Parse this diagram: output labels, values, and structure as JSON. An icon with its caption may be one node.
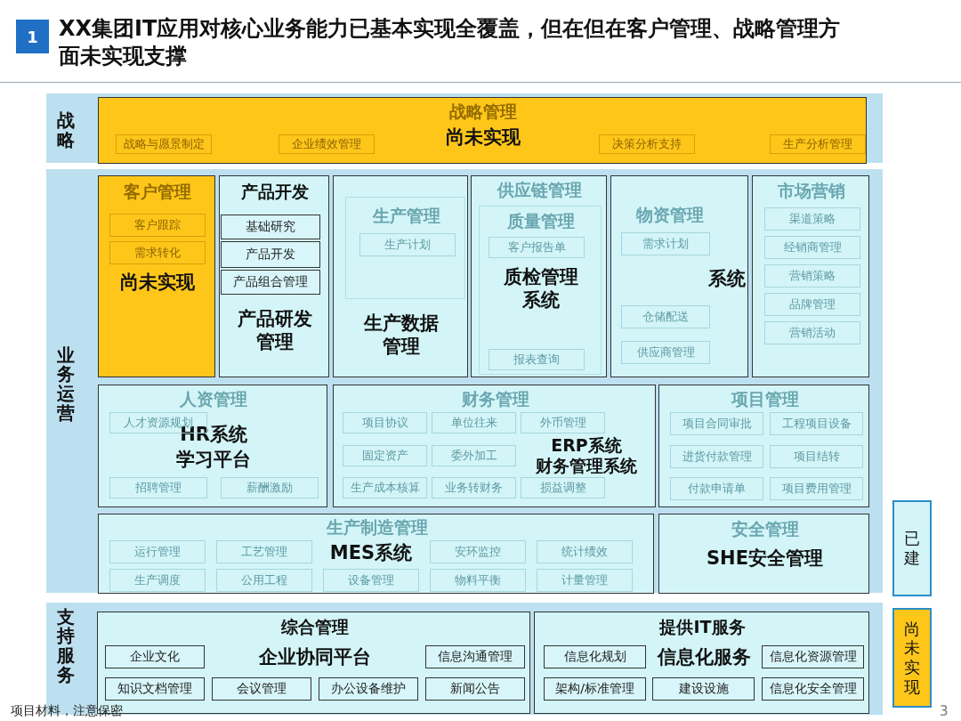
{
  "diagram": {
    "title": "XX集团IT应用对核心业务能力已基本实现全覆盖，但在但在客户管理、战略管理方面未实现支撑",
    "nodes": [
      {
        "text": [
          "1"
        ]
      },
      {
        "text": [
          "战略"
        ]
      },
      {
        "text": [
          "战略管理",
          "尚未实现"
        ],
        "in": 1
      },
      {
        "text": [
          "战略与愿景制定"
        ],
        "in": 2
      },
      {
        "text": [
          "企业绩效管理"
        ],
        "in": 2
      },
      {
        "text": [
          "决策分析支持"
        ],
        "in": 2
      },
      {
        "text": [
          "生产分析管理"
        ],
        "in": 2
      },
      {
        "text": [
          "业务运营"
        ]
      },
      {
        "text": [
          "客户管理",
          "尚未实现"
        ],
        "in": 7
      },
      {
        "text": [
          "客户跟踪"
        ],
        "in": 8
      },
      {
        "text": [
          "需求转化"
        ],
        "in": 8
      },
      {
        "text": [
          "产品开发",
          "产品研发管理"
        ],
        "in": 7
      },
      {
        "text": [
          "基础研究"
        ],
        "in": 11
      },
      {
        "text": [
          "产品开发"
        ],
        "in": 11
      },
      {
        "text": [
          "产品组合管理"
        ],
        "in": 11
      },
      {
        "text": [
          "生产数据管理"
        ],
        "in": 7
      },
      {
        "text": [
          "生产管理"
        ],
        "in": 15
      },
      {
        "text": [
          "生产计划"
        ],
        "in": 16
      },
      {
        "text": [
          "供应链管理"
        ],
        "in": 7
      },
      {
        "text": [
          "质量管理",
          "质检管理系统"
        ],
        "in": 18
      },
      {
        "text": [
          "客户报告单"
        ],
        "in": 19
      },
      {
        "text": [
          "报表查询"
        ],
        "in": 19
      },
      {
        "text": [
          "物资管理",
          "系统"
        ],
        "in": 7
      },
      {
        "text": [
          "需求计划"
        ],
        "in": 22
      },
      {
        "text": [
          "仓储配送"
        ],
        "in": 22
      },
      {
        "text": [
          "供应商管理"
        ],
        "in": 22
      },
      {
        "text": [
          "市场营销"
        ],
        "in": 7
      },
      {
        "text": [
          "渠道策略"
        ],
        "in": 26
      },
      {
        "text": [
          "经销商管理"
        ],
        "in": 26
      },
      {
        "text": [
          "营销策略"
        ],
        "in": 26
      },
      {
        "text": [
          "品牌管理"
        ],
        "in": 26
      },
      {
        "text": [
          "营销活动"
        ],
        "in": 26
      },
      {
        "text": [
          "人资管理",
          "HR系统",
          "学习平台"
        ],
        "in": 7
      },
      {
        "text": [
          "人才资源规划"
        ],
        "in": 32
      },
      {
        "text": [
          "招聘管理"
        ],
        "in": 32
      },
      {
        "text": [
          "薪酬激励"
        ],
        "in": 32
      },
      {
        "text": [
          "财务管理",
          "ERP系统",
          "财务管理系统"
        ],
        "in": 7
      },
      {
        "text": [
          "项目协议"
        ],
        "in": 36
      },
      {
        "text": [
          "单位往来"
        ],
        "in": 36
      },
      {
        "text": [
          "外币管理"
        ],
        "in": 36
      },
      {
        "text": [
          "固定资产"
        ],
        "in": 36
      },
      {
        "text": [
          "委外加工"
        ],
        "in": 36
      },
      {
        "text": [
          "生产成本核算"
        ],
        "in": 36
      },
      {
        "text": [
          "业务转财务"
        ],
        "in": 36
      },
      {
        "text": [
          "损益调整"
        ],
        "in": 36
      },
      {
        "text": [
          "项目管理"
        ],
        "in": 7
      },
      {
        "text": [
          "项目合同审批"
        ],
        "in": 45
      },
      {
        "text": [
          "工程项目设备"
        ],
        "in": 45
      },
      {
        "text": [
          "进货付款管理"
        ],
        "in": 45
      },
      {
        "text": [
          "项目结转"
        ],
        "in": 45
      },
      {
        "text": [
          "付款申请单"
        ],
        "in": 45
      },
      {
        "text": [
          "项目费用管理"
        ],
        "in": 45
      },
      {
        "text": [
          "生产制造管理",
          "MES系统"
        ],
        "in": 7
      },
      {
        "text": [
          "运行管理"
        ],
        "in": 52
      },
      {
        "text": [
          "工艺管理"
        ],
        "in": 52
      },
      {
        "text": [
          "安环监控"
        ],
        "in": 52
      },
      {
        "text": [
          "统计绩效"
        ],
        "in": 52
      },
      {
        "text": [
          "生产调度"
        ],
        "in": 52
      },
      {
        "text": [
          "公用工程"
        ],
        "in": 52
      },
      {
        "text": [
          "设备管理"
        ],
        "in": 52
      },
      {
        "text": [
          "物料平衡"
        ],
        "in": 52
      },
      {
        "text": [
          "计量管理"
        ],
        "in": 52
      },
      {
        "text": [
          "安全管理",
          "SHE安全管理"
        ],
        "in": 7
      },
      {
        "text": [
          "支持服务"
        ]
      },
      {
        "text": [
          "综合管理",
          "企业协同平台"
        ],
        "in": 63
      },
      {
        "text": [
          "企业文化"
        ],
        "in": 64
      },
      {
        "text": [
          "信息沟通管理"
        ],
        "in": 64
      },
      {
        "text": [
          "知识文档管理"
        ],
        "in": 64
      },
      {
        "text": [
          "会议管理"
        ],
        "in": 64
      },
      {
        "text": [
          "办公设备维护"
        ],
        "in": 64
      },
      {
        "text": [
          "新闻公告"
        ],
        "in": 64
      },
      {
        "text": [
          "提供IT服务",
          "信息化服务"
        ],
        "in": 63
      },
      {
        "text": [
          "信息化规划"
        ],
        "in": 71
      },
      {
        "text": [
          "信息化资源管理"
        ],
        "in": 71
      },
      {
        "text": [
          "架构/标准管理"
        ],
        "in": 71
      },
      {
        "text": [
          "建设设施"
        ],
        "in": 71
      },
      {
        "text": [
          "信息化安全管理"
        ],
        "in": 71
      }
    ],
    "labels": [
      "项目材料，注意保密",
      "3"
    ],
    "legend": [
      {
        "text": "已建",
        "color": "#d3f5f8"
      },
      {
        "text": "尚未实现",
        "color": "#ffc61a"
      }
    ]
  }
}
